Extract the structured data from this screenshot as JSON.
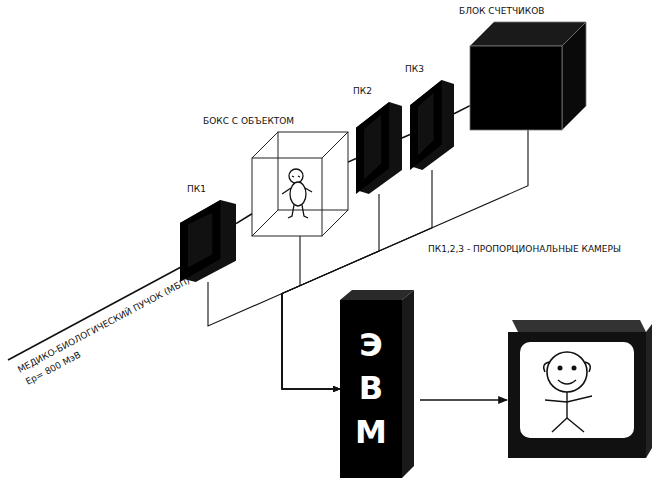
{
  "diagram": {
    "nodes": [
      {
        "text": [
          "ПК1"
        ]
      },
      {
        "text": [
          "БОКС С ОБЪЕКТОМ"
        ]
      },
      {
        "text": [
          "ПК2"
        ]
      },
      {
        "text": [
          "ПК3"
        ]
      },
      {
        "text": [
          "БЛОК СЧЕТЧИКОВ"
        ]
      },
      {
        "text": [
          "ЭВМ"
        ]
      }
    ],
    "edges": [
      {
        "from": 0,
        "to": 1,
        "arrow": "none"
      },
      {
        "from": 1,
        "to": 2,
        "arrow": "none"
      },
      {
        "from": 2,
        "to": 3,
        "arrow": "none"
      },
      {
        "from": 3,
        "to": 4,
        "arrow": "none"
      },
      {
        "from": 0,
        "to": 5,
        "arrow": "to"
      },
      {
        "from": 1,
        "to": 5,
        "arrow": "to"
      },
      {
        "from": 2,
        "to": 5,
        "arrow": "to"
      },
      {
        "from": 3,
        "to": 5,
        "arrow": "to"
      },
      {
        "from": 4,
        "to": 5,
        "arrow": "to"
      }
    ],
    "labels": [
      "МЕДИКО-БИОЛОГИЧЕСКИЙ ПУЧОК (МБП)",
      "Eр= 800 МэВ",
      "ПК1,2,3 - ПРОПОРЦИОНАЛЬНЫЕ КАМЕРЫ"
    ]
  }
}
